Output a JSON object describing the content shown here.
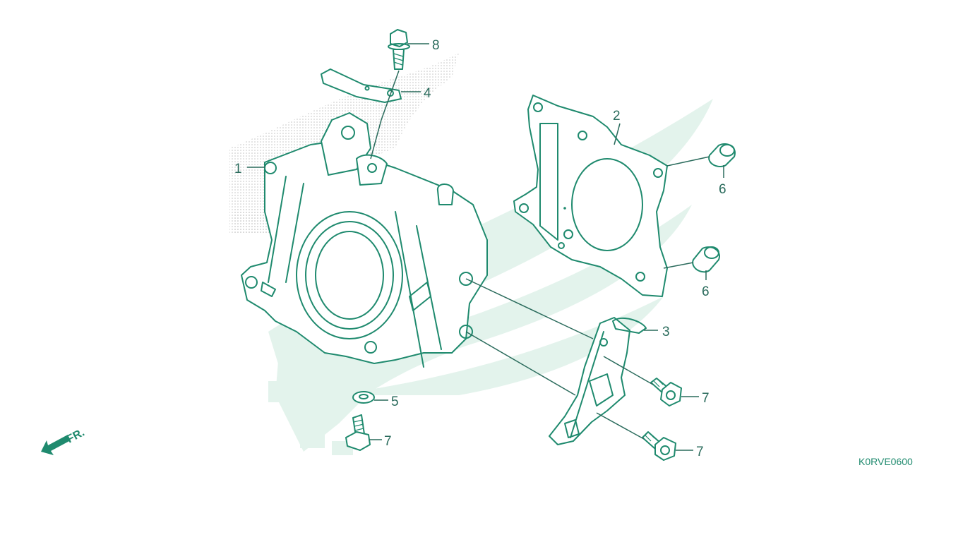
{
  "colors": {
    "line": "#1f8a6e",
    "label": "#2a6b5c",
    "watermark": "#e3f3ec",
    "shading": "#c8c8c8"
  },
  "callouts": {
    "c1": "1",
    "c2": "2",
    "c3": "3",
    "c4": "4",
    "c5": "5",
    "c6a": "6",
    "c6b": "6",
    "c7a": "7",
    "c7b": "7",
    "c7c": "7",
    "c8": "8"
  },
  "direction": {
    "label": "FR.",
    "icon": "front-arrow-icon"
  },
  "reference_code": "K0RVE0600",
  "watermark_icon": "wing-gear-logo-icon"
}
